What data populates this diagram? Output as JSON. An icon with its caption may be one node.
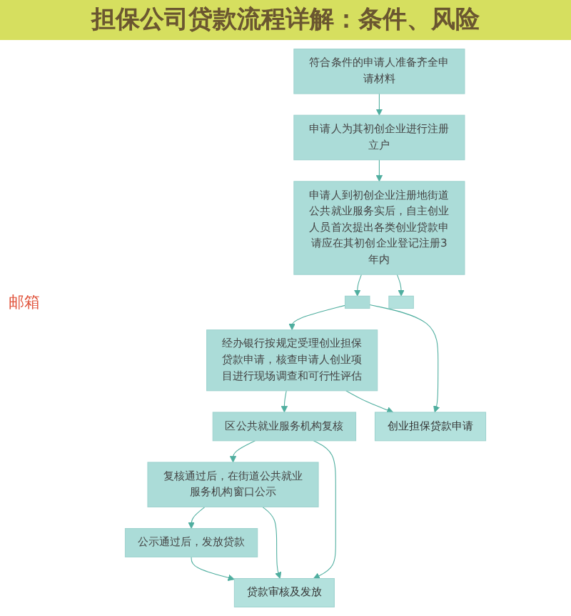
{
  "diagram": {
    "title": "担保公司贷款流程详解：条件、风险",
    "nodes": [
      {
        "text": [
          "符合条件的申请人准备齐全申请材料"
        ]
      },
      {
        "text": [
          "申请人为其初创企业进行注册立户"
        ]
      },
      {
        "text": [
          "申请人到初创企业注册地街道公共就业服务实后，自主创业人员首次提出各类创业贷款申请应在其初创企业登记注册3年内"
        ]
      },
      {
        "text": [],
        "shape": "box"
      },
      {
        "text": [
          "经办银行按规定受理创业担保贷款申请，核查申请人创业项目进行现场调查和可行性评估"
        ]
      },
      {
        "text": [
          "区公共就业服务机构复核"
        ]
      },
      {
        "text": [
          "复核通过后，在街道公共就业服务机构窗口公示"
        ]
      },
      {
        "text": [
          "公示通过后，发放贷款"
        ]
      },
      {
        "text": [],
        "shape": "box"
      },
      {
        "text": [
          "创业担保贷款申请"
        ]
      },
      {
        "text": [
          "贷款审核及发放"
        ]
      }
    ],
    "edges": [
      {
        "from": 0,
        "to": 1,
        "arrow": "to"
      },
      {
        "from": 1,
        "to": 2,
        "arrow": "to"
      },
      {
        "from": 2,
        "to": 3,
        "arrow": "to"
      },
      {
        "from": 3,
        "to": 4,
        "arrow": "to"
      },
      {
        "from": 4,
        "to": 5,
        "arrow": "to"
      },
      {
        "from": 5,
        "to": 6,
        "arrow": "to"
      },
      {
        "from": 6,
        "to": 7,
        "arrow": "to"
      },
      {
        "from": 2,
        "to": 8,
        "arrow": "to"
      },
      {
        "from": 3,
        "to": 9,
        "arrow": "to"
      },
      {
        "from": 4,
        "to": 9,
        "arrow": "to"
      },
      {
        "from": 5,
        "to": 10,
        "arrow": "to"
      },
      {
        "from": 6,
        "to": 10,
        "arrow": "to"
      },
      {
        "from": 7,
        "to": 10,
        "arrow": "to"
      }
    ],
    "labels": [
      "邮箱"
    ]
  }
}
